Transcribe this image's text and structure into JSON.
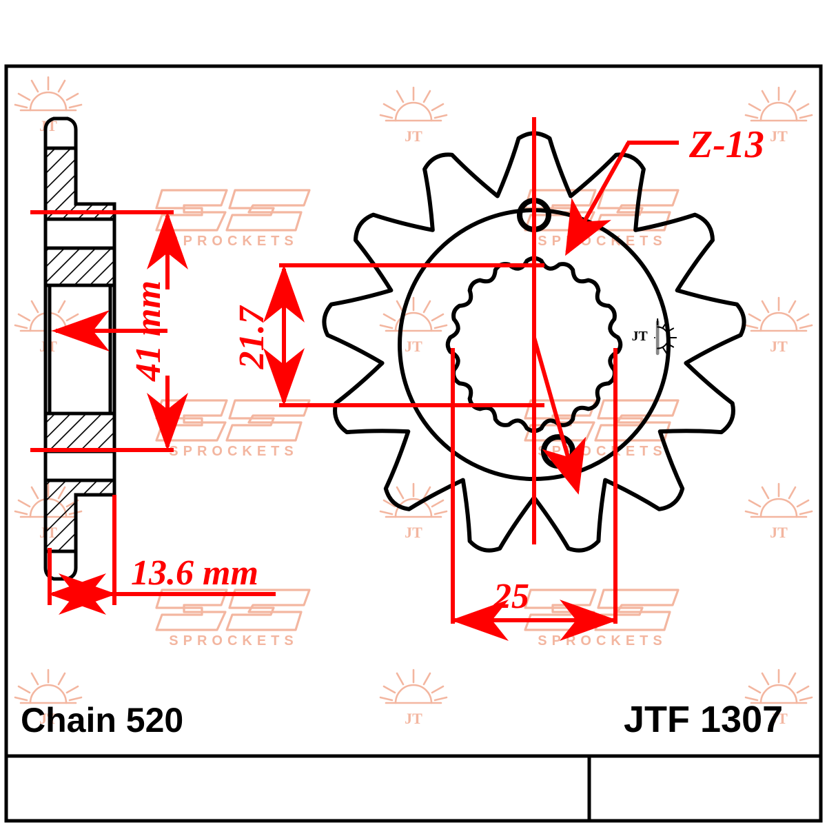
{
  "drawing": {
    "title": "Front sprocket technical drawing",
    "brand": "JT SPROCKETS",
    "watermark_text": "SPROCKETS",
    "watermark_color": "#f3b6a0",
    "line_color": "#000000",
    "dimension_color": "#ff0000",
    "background": "#ffffff"
  },
  "footer": {
    "chain_label": "Chain 520",
    "part_number": "JTF 1307"
  },
  "annotations": {
    "teeth_label": "Z-13",
    "thickness_label": "13.6 mm",
    "outer_diameter_label": "41 mm",
    "spline_label": "21.7",
    "bolt_spacing_label": "25"
  },
  "icons": {
    "sunrise": "sunrise-icon",
    "jt_logo": "jt-sprockets-logo-icon"
  },
  "geometry": {
    "teeth_count": 13,
    "spline_count": 16,
    "bolt_hole_count": 2
  }
}
